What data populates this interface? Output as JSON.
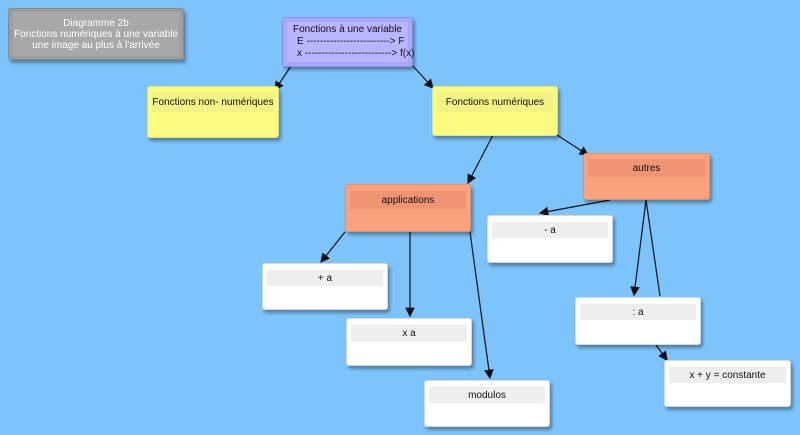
{
  "diagram": {
    "title": {
      "line1": "Diagramme 2b",
      "line2": "Fonctions numériques à une variable",
      "line3": "une image au plus à l'arrivée"
    },
    "root": {
      "line1": "Fonctions à une variable",
      "line2": "E -------------------------> F",
      "line3": "x --------------------------> f(x)"
    },
    "nodes": {
      "non_numeric": "Fonctions non- numériques",
      "numeric": "Fonctions numériques",
      "applications": "applications",
      "autres": "autres",
      "plus_a": "+ a",
      "times_a": "x a",
      "modulos": "modulos",
      "minus_a": "- a",
      "div_a": ": a",
      "sum_const": "x + y = constante"
    },
    "colors": {
      "background": "#7cc4fb",
      "root": "#a9a6ff",
      "level1": "#fbfb82",
      "level2": "#faa27e",
      "leaf": "#ffffff"
    }
  }
}
